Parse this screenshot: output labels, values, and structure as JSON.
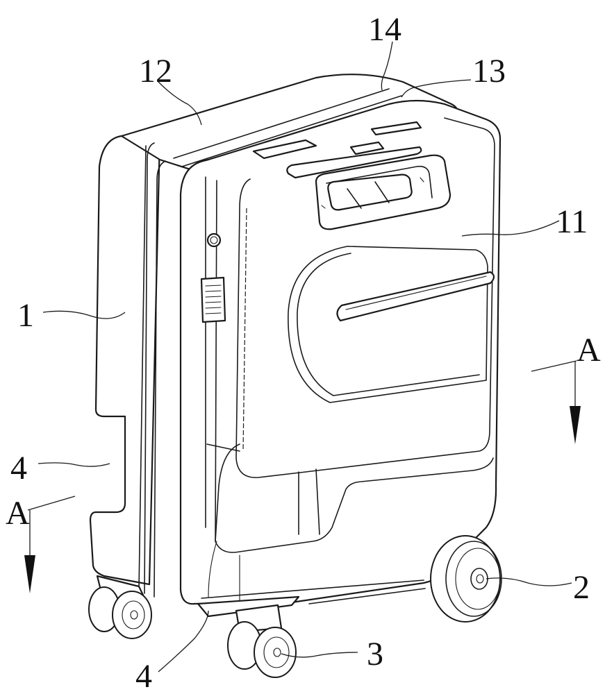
{
  "figure": {
    "labels": {
      "l1": "1",
      "l2": "2",
      "l3": "3",
      "l4_upper": "4",
      "l4_lower": "4",
      "l11": "11",
      "l12": "12",
      "l13": "13",
      "l14": "14",
      "section_right": "A",
      "section_left": "A"
    }
  }
}
